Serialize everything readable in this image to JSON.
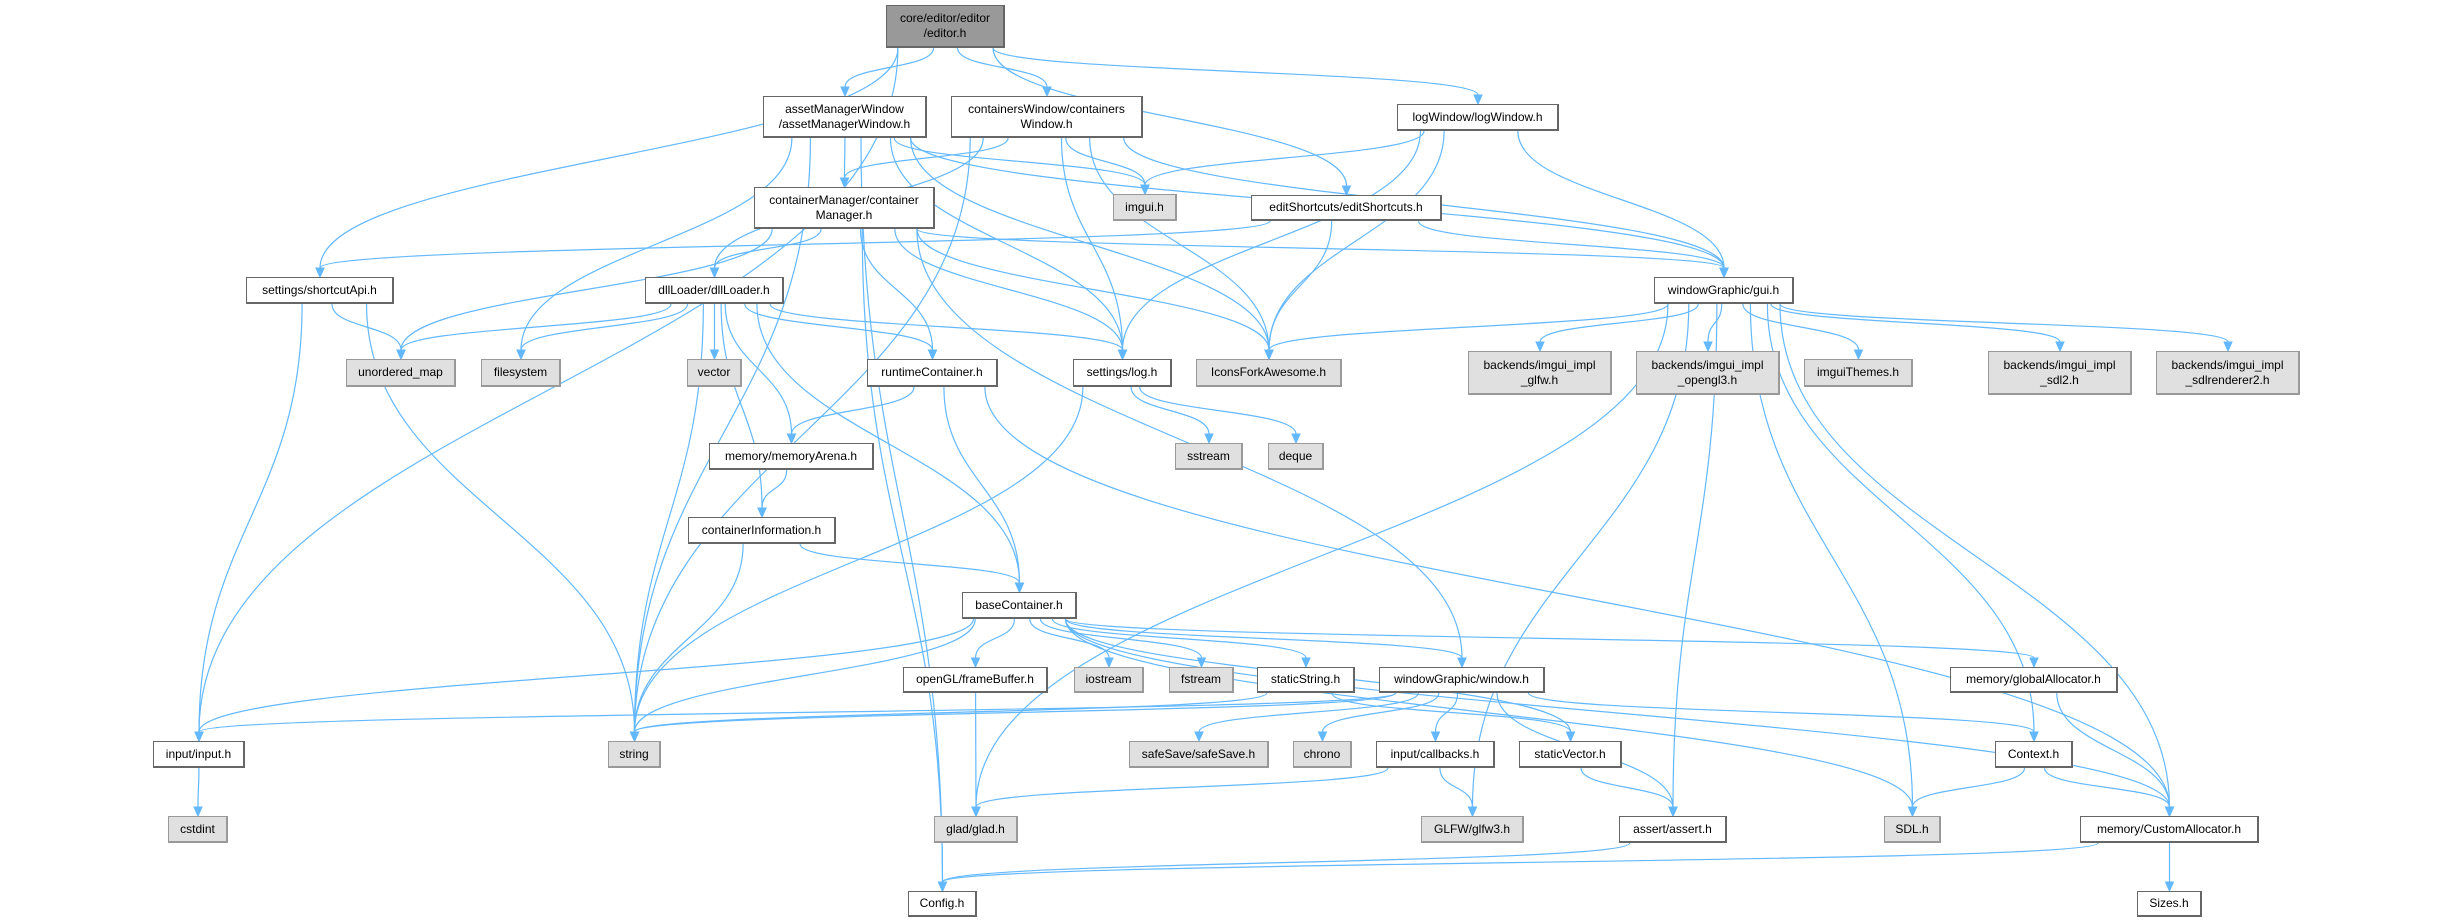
{
  "graph": {
    "title": "Include dependency graph",
    "colors": {
      "edge": "#63b8ff",
      "root_fill": "#999999",
      "external_fill": "#e0e0e0",
      "node_fill": "#ffffff"
    },
    "nodes": [
      {
        "id": "editor",
        "lines": [
          "core/editor/editor",
          "/editor.h"
        ],
        "kind": "root"
      },
      {
        "id": "assetManagerWindow",
        "lines": [
          "assetManagerWindow",
          "/assetManagerWindow.h"
        ],
        "kind": "file"
      },
      {
        "id": "containersWindow",
        "lines": [
          "containersWindow/containers",
          "Window.h"
        ],
        "kind": "file"
      },
      {
        "id": "logWindow",
        "lines": [
          "logWindow/logWindow.h"
        ],
        "kind": "file"
      },
      {
        "id": "containerManager",
        "lines": [
          "containerManager/container",
          "Manager.h"
        ],
        "kind": "file"
      },
      {
        "id": "imgui",
        "lines": [
          "imgui.h"
        ],
        "kind": "ext"
      },
      {
        "id": "editShortcuts",
        "lines": [
          "editShortcuts/editShortcuts.h"
        ],
        "kind": "file"
      },
      {
        "id": "shortcutApi",
        "lines": [
          "settings/shortcutApi.h"
        ],
        "kind": "file"
      },
      {
        "id": "dllLoader",
        "lines": [
          "dllLoader/dllLoader.h"
        ],
        "kind": "file"
      },
      {
        "id": "gui",
        "lines": [
          "windowGraphic/gui.h"
        ],
        "kind": "file"
      },
      {
        "id": "unordered_map",
        "lines": [
          "unordered_map"
        ],
        "kind": "ext"
      },
      {
        "id": "filesystem",
        "lines": [
          "filesystem"
        ],
        "kind": "ext"
      },
      {
        "id": "vector",
        "lines": [
          "vector"
        ],
        "kind": "ext"
      },
      {
        "id": "runtimeContainer",
        "lines": [
          "runtimeContainer.h"
        ],
        "kind": "file"
      },
      {
        "id": "log",
        "lines": [
          "settings/log.h"
        ],
        "kind": "file"
      },
      {
        "id": "IconsForkAwesome",
        "lines": [
          "IconsForkAwesome.h"
        ],
        "kind": "ext"
      },
      {
        "id": "imgui_glfw",
        "lines": [
          "backends/imgui_impl",
          "_glfw.h"
        ],
        "kind": "ext"
      },
      {
        "id": "imgui_opengl3",
        "lines": [
          "backends/imgui_impl",
          "_opengl3.h"
        ],
        "kind": "ext"
      },
      {
        "id": "imguiThemes",
        "lines": [
          "imguiThemes.h"
        ],
        "kind": "ext"
      },
      {
        "id": "imgui_sdl2",
        "lines": [
          "backends/imgui_impl",
          "_sdl2.h"
        ],
        "kind": "ext"
      },
      {
        "id": "imgui_sdlrenderer2",
        "lines": [
          "backends/imgui_impl",
          "_sdlrenderer2.h"
        ],
        "kind": "ext"
      },
      {
        "id": "sstream",
        "lines": [
          "sstream"
        ],
        "kind": "ext"
      },
      {
        "id": "deque",
        "lines": [
          "deque"
        ],
        "kind": "ext"
      },
      {
        "id": "memoryArena",
        "lines": [
          "memory/memoryArena.h"
        ],
        "kind": "file"
      },
      {
        "id": "containerInformation",
        "lines": [
          "containerInformation.h"
        ],
        "kind": "file"
      },
      {
        "id": "baseContainer",
        "lines": [
          "baseContainer.h"
        ],
        "kind": "file"
      },
      {
        "id": "frameBuffer",
        "lines": [
          "openGL/frameBuffer.h"
        ],
        "kind": "file"
      },
      {
        "id": "iostream",
        "lines": [
          "iostream"
        ],
        "kind": "ext"
      },
      {
        "id": "fstream",
        "lines": [
          "fstream"
        ],
        "kind": "ext"
      },
      {
        "id": "staticString",
        "lines": [
          "staticString.h"
        ],
        "kind": "file"
      },
      {
        "id": "window",
        "lines": [
          "windowGraphic/window.h"
        ],
        "kind": "file"
      },
      {
        "id": "globalAllocator",
        "lines": [
          "memory/globalAllocator.h"
        ],
        "kind": "file"
      },
      {
        "id": "input",
        "lines": [
          "input/input.h"
        ],
        "kind": "file"
      },
      {
        "id": "string",
        "lines": [
          "string"
        ],
        "kind": "ext"
      },
      {
        "id": "safeSave",
        "lines": [
          "safeSave/safeSave.h"
        ],
        "kind": "ext"
      },
      {
        "id": "chrono",
        "lines": [
          "chrono"
        ],
        "kind": "ext"
      },
      {
        "id": "callbacks",
        "lines": [
          "input/callbacks.h"
        ],
        "kind": "file"
      },
      {
        "id": "staticVector",
        "lines": [
          "staticVector.h"
        ],
        "kind": "file"
      },
      {
        "id": "Context",
        "lines": [
          "Context.h"
        ],
        "kind": "file"
      },
      {
        "id": "cstdint",
        "lines": [
          "cstdint"
        ],
        "kind": "ext"
      },
      {
        "id": "glad",
        "lines": [
          "glad/glad.h"
        ],
        "kind": "ext"
      },
      {
        "id": "glfw3",
        "lines": [
          "GLFW/glfw3.h"
        ],
        "kind": "ext"
      },
      {
        "id": "assert",
        "lines": [
          "assert/assert.h"
        ],
        "kind": "file"
      },
      {
        "id": "SDL",
        "lines": [
          "SDL.h"
        ],
        "kind": "ext"
      },
      {
        "id": "CustomAllocator",
        "lines": [
          "memory/CustomAllocator.h"
        ],
        "kind": "file"
      },
      {
        "id": "Config",
        "lines": [
          "Config.h"
        ],
        "kind": "file"
      },
      {
        "id": "Sizes",
        "lines": [
          "Sizes.h"
        ],
        "kind": "file"
      }
    ],
    "edges": [
      [
        "editor",
        "assetManagerWindow"
      ],
      [
        "editor",
        "containersWindow"
      ],
      [
        "editor",
        "logWindow"
      ],
      [
        "editor",
        "editShortcuts"
      ],
      [
        "editor",
        "shortcutApi"
      ],
      [
        "editor",
        "input"
      ],
      [
        "assetManagerWindow",
        "containerManager"
      ],
      [
        "assetManagerWindow",
        "imgui"
      ],
      [
        "assetManagerWindow",
        "Config"
      ],
      [
        "assetManagerWindow",
        "string"
      ],
      [
        "assetManagerWindow",
        "filesystem"
      ],
      [
        "assetManagerWindow",
        "log"
      ],
      [
        "assetManagerWindow",
        "IconsForkAwesome"
      ],
      [
        "assetManagerWindow",
        "gui"
      ],
      [
        "containersWindow",
        "containerManager"
      ],
      [
        "containersWindow",
        "imgui"
      ],
      [
        "containersWindow",
        "log"
      ],
      [
        "containersWindow",
        "IconsForkAwesome"
      ],
      [
        "containersWindow",
        "gui"
      ],
      [
        "containersWindow",
        "dllLoader"
      ],
      [
        "containersWindow",
        "string"
      ],
      [
        "containerManager",
        "dllLoader"
      ],
      [
        "containerManager",
        "runtimeContainer"
      ],
      [
        "containerManager",
        "log"
      ],
      [
        "containerManager",
        "window"
      ],
      [
        "containerManager",
        "gui"
      ],
      [
        "containerManager",
        "Config"
      ],
      [
        "containerManager",
        "unordered_map"
      ],
      [
        "containerManager",
        "IconsForkAwesome"
      ],
      [
        "logWindow",
        "imgui"
      ],
      [
        "logWindow",
        "log"
      ],
      [
        "logWindow",
        "IconsForkAwesome"
      ],
      [
        "logWindow",
        "gui"
      ],
      [
        "editShortcuts",
        "shortcutApi"
      ],
      [
        "editShortcuts",
        "IconsForkAwesome"
      ],
      [
        "editShortcuts",
        "gui"
      ],
      [
        "shortcutApi",
        "unordered_map"
      ],
      [
        "shortcutApi",
        "string"
      ],
      [
        "shortcutApi",
        "input"
      ],
      [
        "dllLoader",
        "unordered_map"
      ],
      [
        "dllLoader",
        "filesystem"
      ],
      [
        "dllLoader",
        "vector"
      ],
      [
        "dllLoader",
        "runtimeContainer"
      ],
      [
        "dllLoader",
        "log"
      ],
      [
        "dllLoader",
        "memoryArena"
      ],
      [
        "dllLoader",
        "containerInformation"
      ],
      [
        "dllLoader",
        "string"
      ],
      [
        "dllLoader",
        "baseContainer"
      ],
      [
        "runtimeContainer",
        "memoryArena"
      ],
      [
        "runtimeContainer",
        "baseContainer"
      ],
      [
        "runtimeContainer",
        "CustomAllocator"
      ],
      [
        "log",
        "sstream"
      ],
      [
        "log",
        "deque"
      ],
      [
        "log",
        "string"
      ],
      [
        "memoryArena",
        "containerInformation"
      ],
      [
        "containerInformation",
        "baseContainer"
      ],
      [
        "containerInformation",
        "string"
      ],
      [
        "gui",
        "IconsForkAwesome"
      ],
      [
        "gui",
        "imgui_glfw"
      ],
      [
        "gui",
        "imgui_opengl3"
      ],
      [
        "gui",
        "imguiThemes"
      ],
      [
        "gui",
        "imgui_sdl2"
      ],
      [
        "gui",
        "imgui_sdlrenderer2"
      ],
      [
        "gui",
        "glad"
      ],
      [
        "gui",
        "assert"
      ],
      [
        "gui",
        "glfw3"
      ],
      [
        "gui",
        "SDL"
      ],
      [
        "gui",
        "Context"
      ],
      [
        "gui",
        "CustomAllocator"
      ],
      [
        "baseContainer",
        "input"
      ],
      [
        "baseContainer",
        "string"
      ],
      [
        "baseContainer",
        "frameBuffer"
      ],
      [
        "baseContainer",
        "iostream"
      ],
      [
        "baseContainer",
        "fstream"
      ],
      [
        "baseContainer",
        "staticString"
      ],
      [
        "baseContainer",
        "window"
      ],
      [
        "baseContainer",
        "staticVector"
      ],
      [
        "baseContainer",
        "SDL"
      ],
      [
        "baseContainer",
        "globalAllocator"
      ],
      [
        "baseContainer",
        "CustomAllocator"
      ],
      [
        "frameBuffer",
        "glad"
      ],
      [
        "staticString",
        "string"
      ],
      [
        "staticString",
        "staticVector"
      ],
      [
        "window",
        "input"
      ],
      [
        "window",
        "safeSave"
      ],
      [
        "window",
        "chrono"
      ],
      [
        "window",
        "callbacks"
      ],
      [
        "window",
        "assert"
      ],
      [
        "window",
        "Context"
      ],
      [
        "window",
        "string"
      ],
      [
        "callbacks",
        "glfw3"
      ],
      [
        "callbacks",
        "glad"
      ],
      [
        "staticVector",
        "assert"
      ],
      [
        "assert",
        "Config"
      ],
      [
        "Context",
        "SDL"
      ],
      [
        "Context",
        "CustomAllocator"
      ],
      [
        "globalAllocator",
        "CustomAllocator"
      ],
      [
        "CustomAllocator",
        "Config"
      ],
      [
        "CustomAllocator",
        "Sizes"
      ],
      [
        "input",
        "cstdint"
      ]
    ]
  }
}
